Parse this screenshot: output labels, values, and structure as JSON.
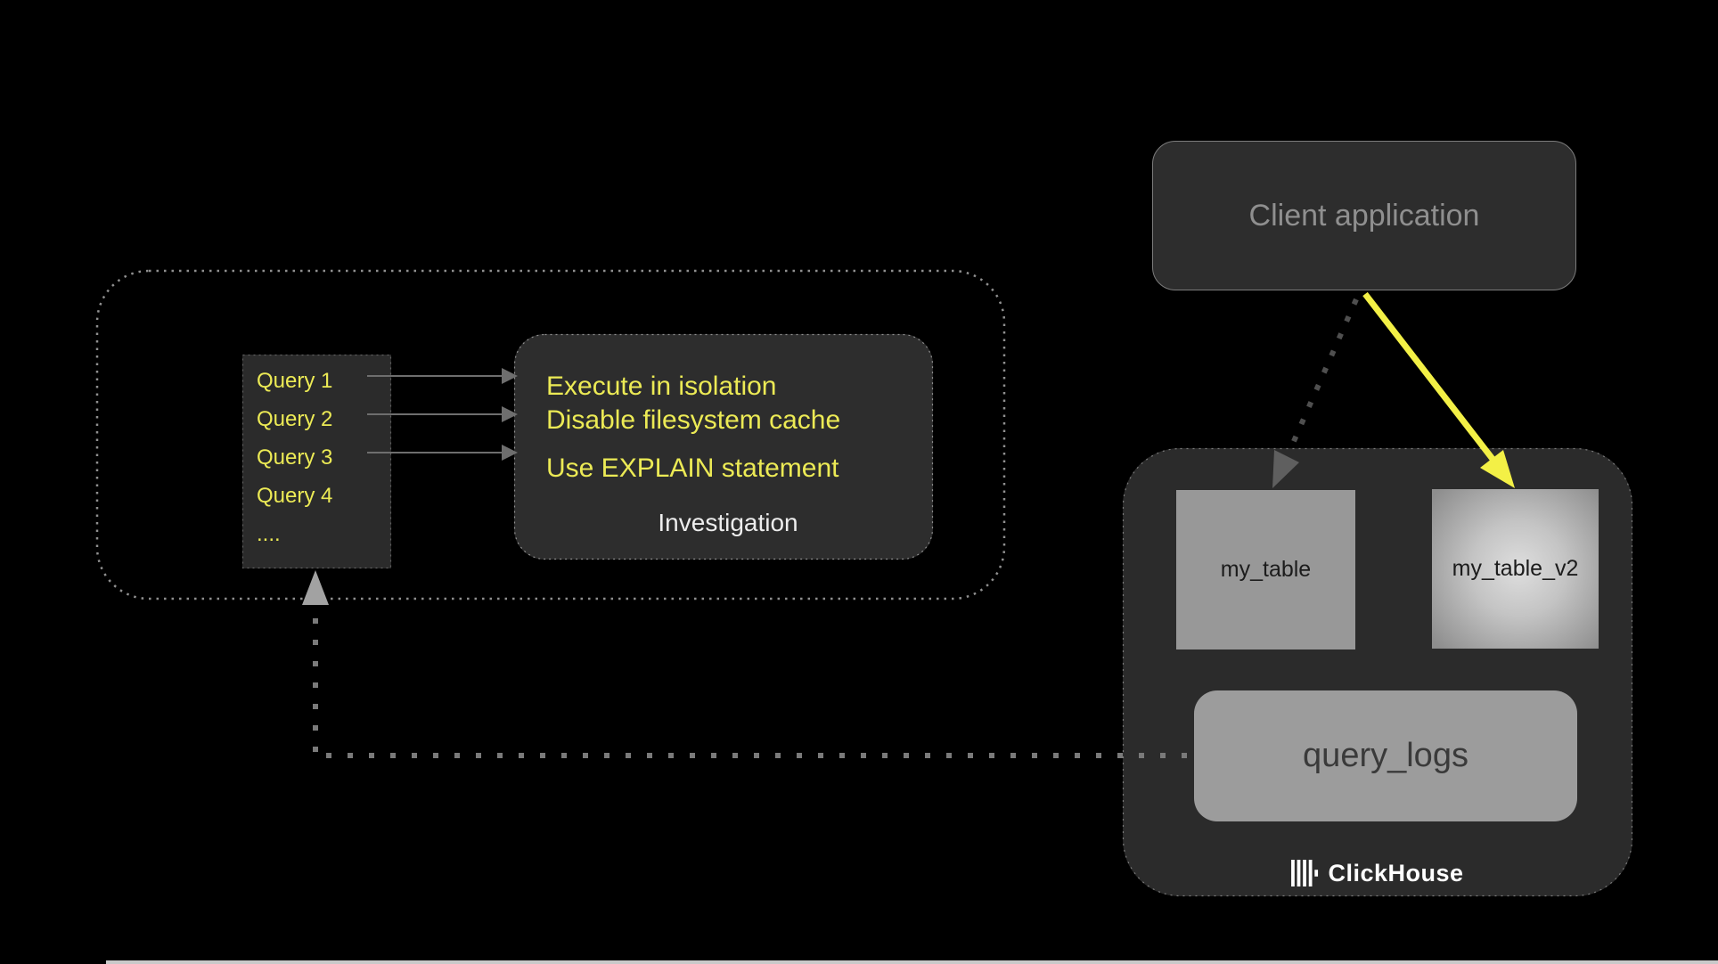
{
  "client_application": {
    "label": "Client application"
  },
  "investigation_group": {
    "queries": {
      "items": [
        "Query 1",
        "Query 2",
        "Query 3",
        "Query 4",
        "...."
      ]
    },
    "investigation_box": {
      "tips": [
        "Execute in isolation",
        "Disable filesystem cache",
        "Use EXPLAIN statement"
      ],
      "caption": "Investigation"
    }
  },
  "clickhouse": {
    "tables": [
      {
        "label": "my_table",
        "highlighted": false
      },
      {
        "label": "my_table_v2",
        "highlighted": true
      }
    ],
    "query_logs": {
      "label": "query_logs"
    },
    "brand": "ClickHouse"
  },
  "icons": {
    "clickhouse_logo": "clickhouse-bars-icon"
  },
  "colors": {
    "background": "#000000",
    "panel_bg": "#2d2d2d",
    "container_bg": "#2b2b2b",
    "accent_yellow_text": "#ecea55",
    "arrow_yellow": "#f3f046",
    "gray_text": "#8f8f8f",
    "table_fill": "#989898",
    "table_highlight_center": "#dedede",
    "query_logs_fill": "#9c9c9c",
    "dotted_border_gray": "#909090",
    "feedback_dots_gray": "#7a7a7a",
    "client_dotted_arrow_gray": "#4f4f4f",
    "bottom_strip": "#c9c9c9",
    "brand_text": "#ffffff"
  }
}
